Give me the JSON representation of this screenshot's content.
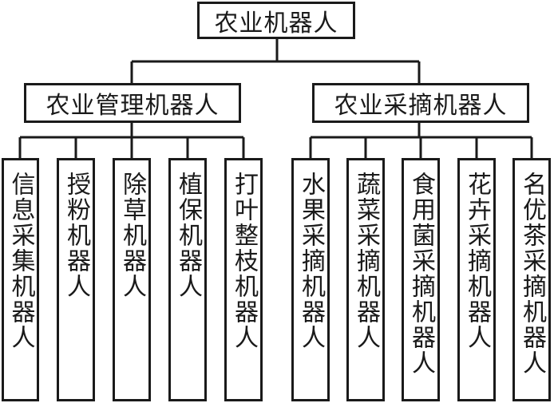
{
  "root": {
    "label": "农业机器人"
  },
  "branches": [
    {
      "label": "农业管理机器人",
      "children": [
        "信息采集机器人",
        "授粉机器人",
        "除草机器人",
        "植保机器人",
        "打叶整枝机器人"
      ]
    },
    {
      "label": "农业采摘机器人",
      "children": [
        "水果采摘机器人",
        "蔬菜采摘机器人",
        "食用菌采摘机器人",
        "花卉采摘机器人",
        "名优茶采摘机器人"
      ]
    }
  ],
  "colors": {
    "line": "#1a1a1a",
    "background": "#ffffff"
  }
}
